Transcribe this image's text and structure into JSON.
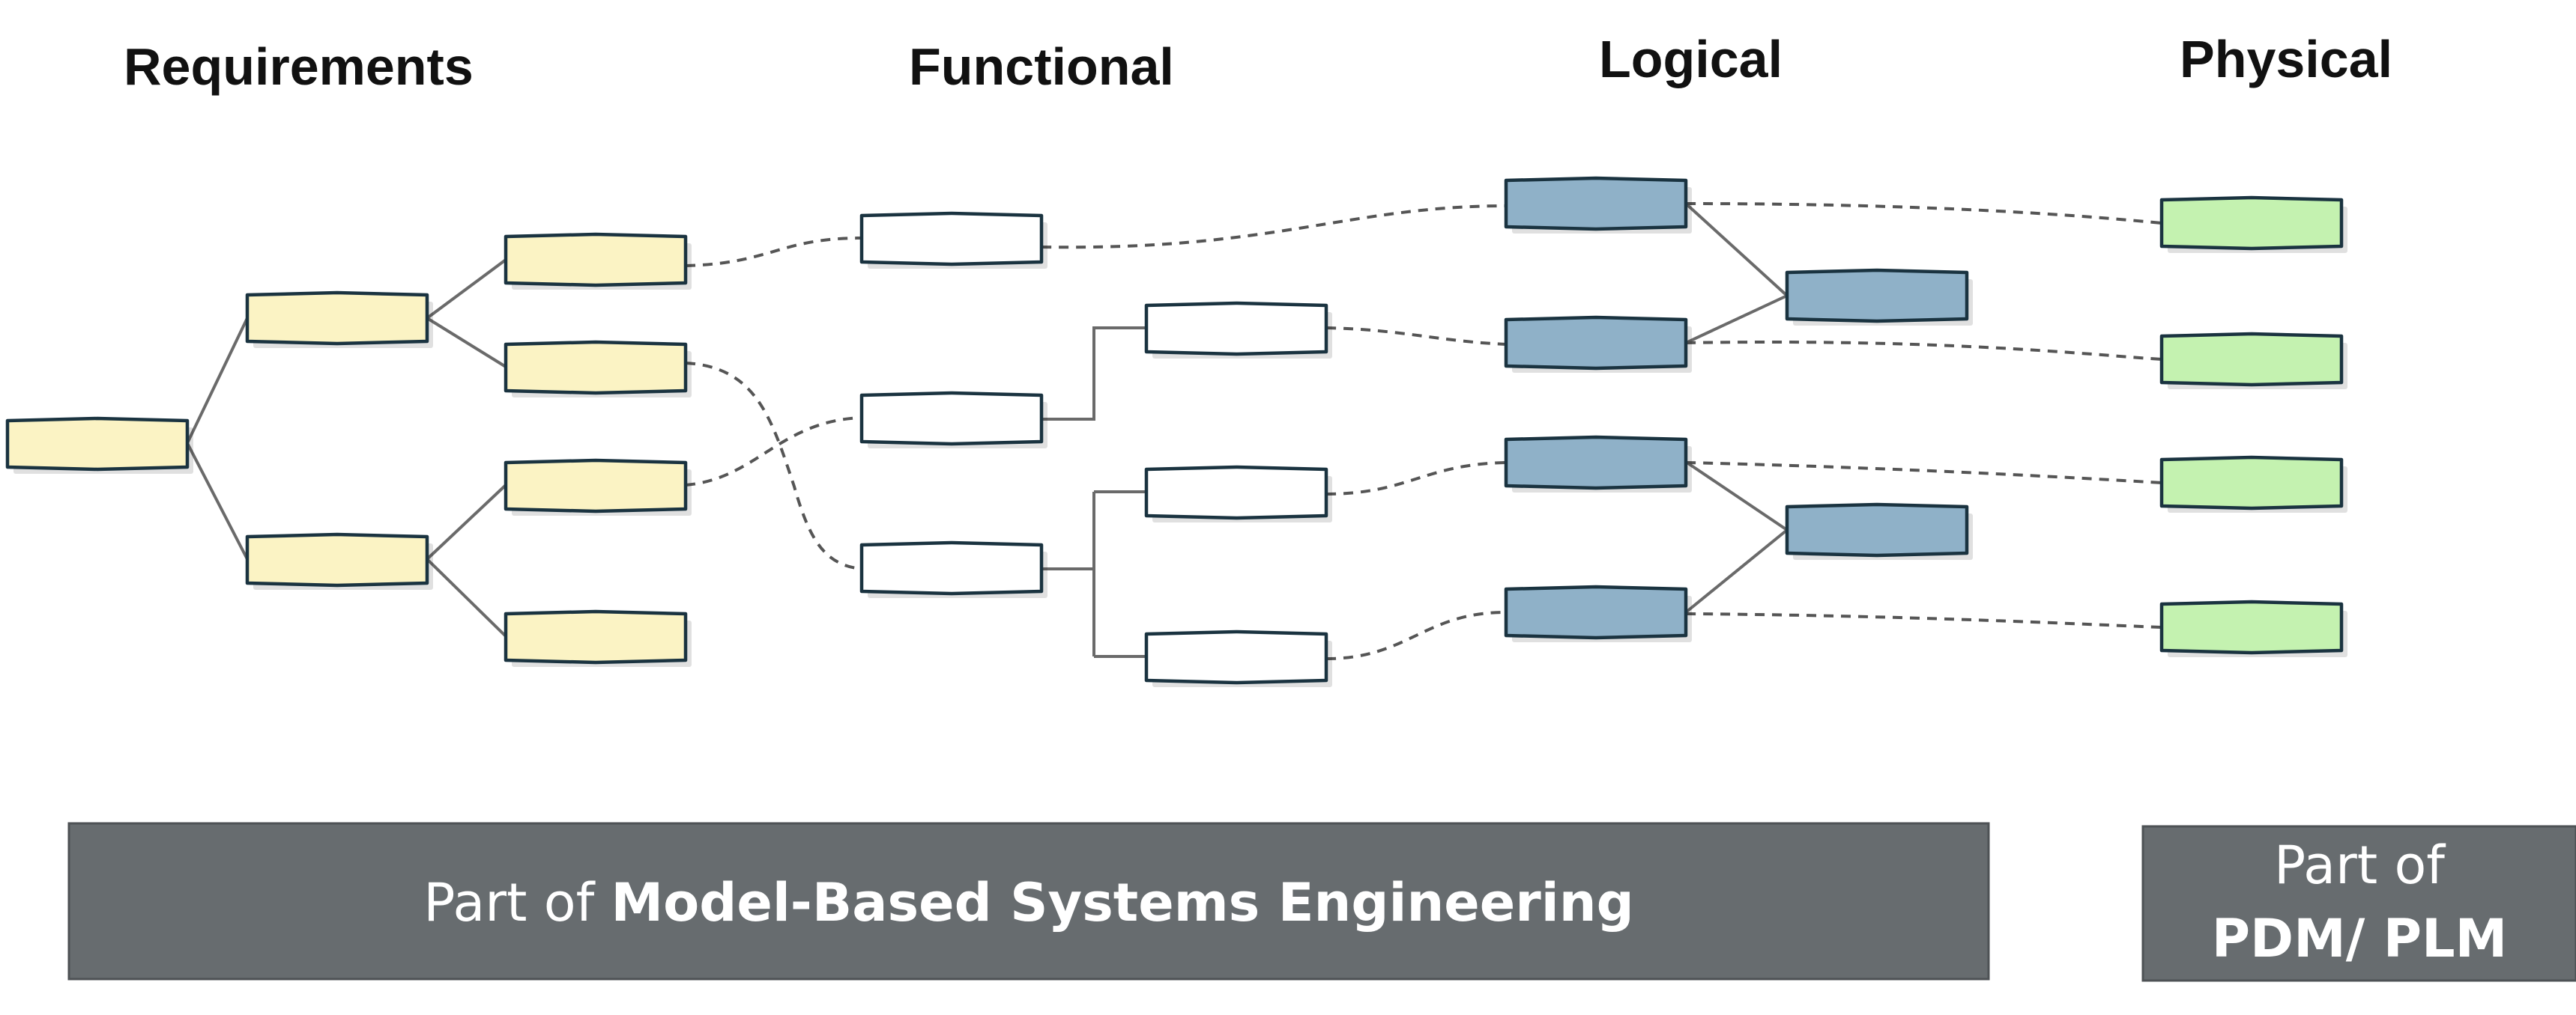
{
  "columns": {
    "requirements": "Requirements",
    "functional": "Functional",
    "logical": "Logical",
    "physical": "Physical"
  },
  "banners": {
    "mbse_prefix": "Part of",
    "mbse_bold": "Model-Based Systems Engineering",
    "plm_line1": "Part of",
    "plm_line2": "PDM/ PLM"
  },
  "colors": {
    "requirements_fill": "#fbf3c4",
    "functional_fill": "#ffffff",
    "logical_fill": "#8fb1c8",
    "physical_fill": "#c4f2b0",
    "banner_fill": "#676c6f",
    "box_stroke": "#1a3340"
  }
}
